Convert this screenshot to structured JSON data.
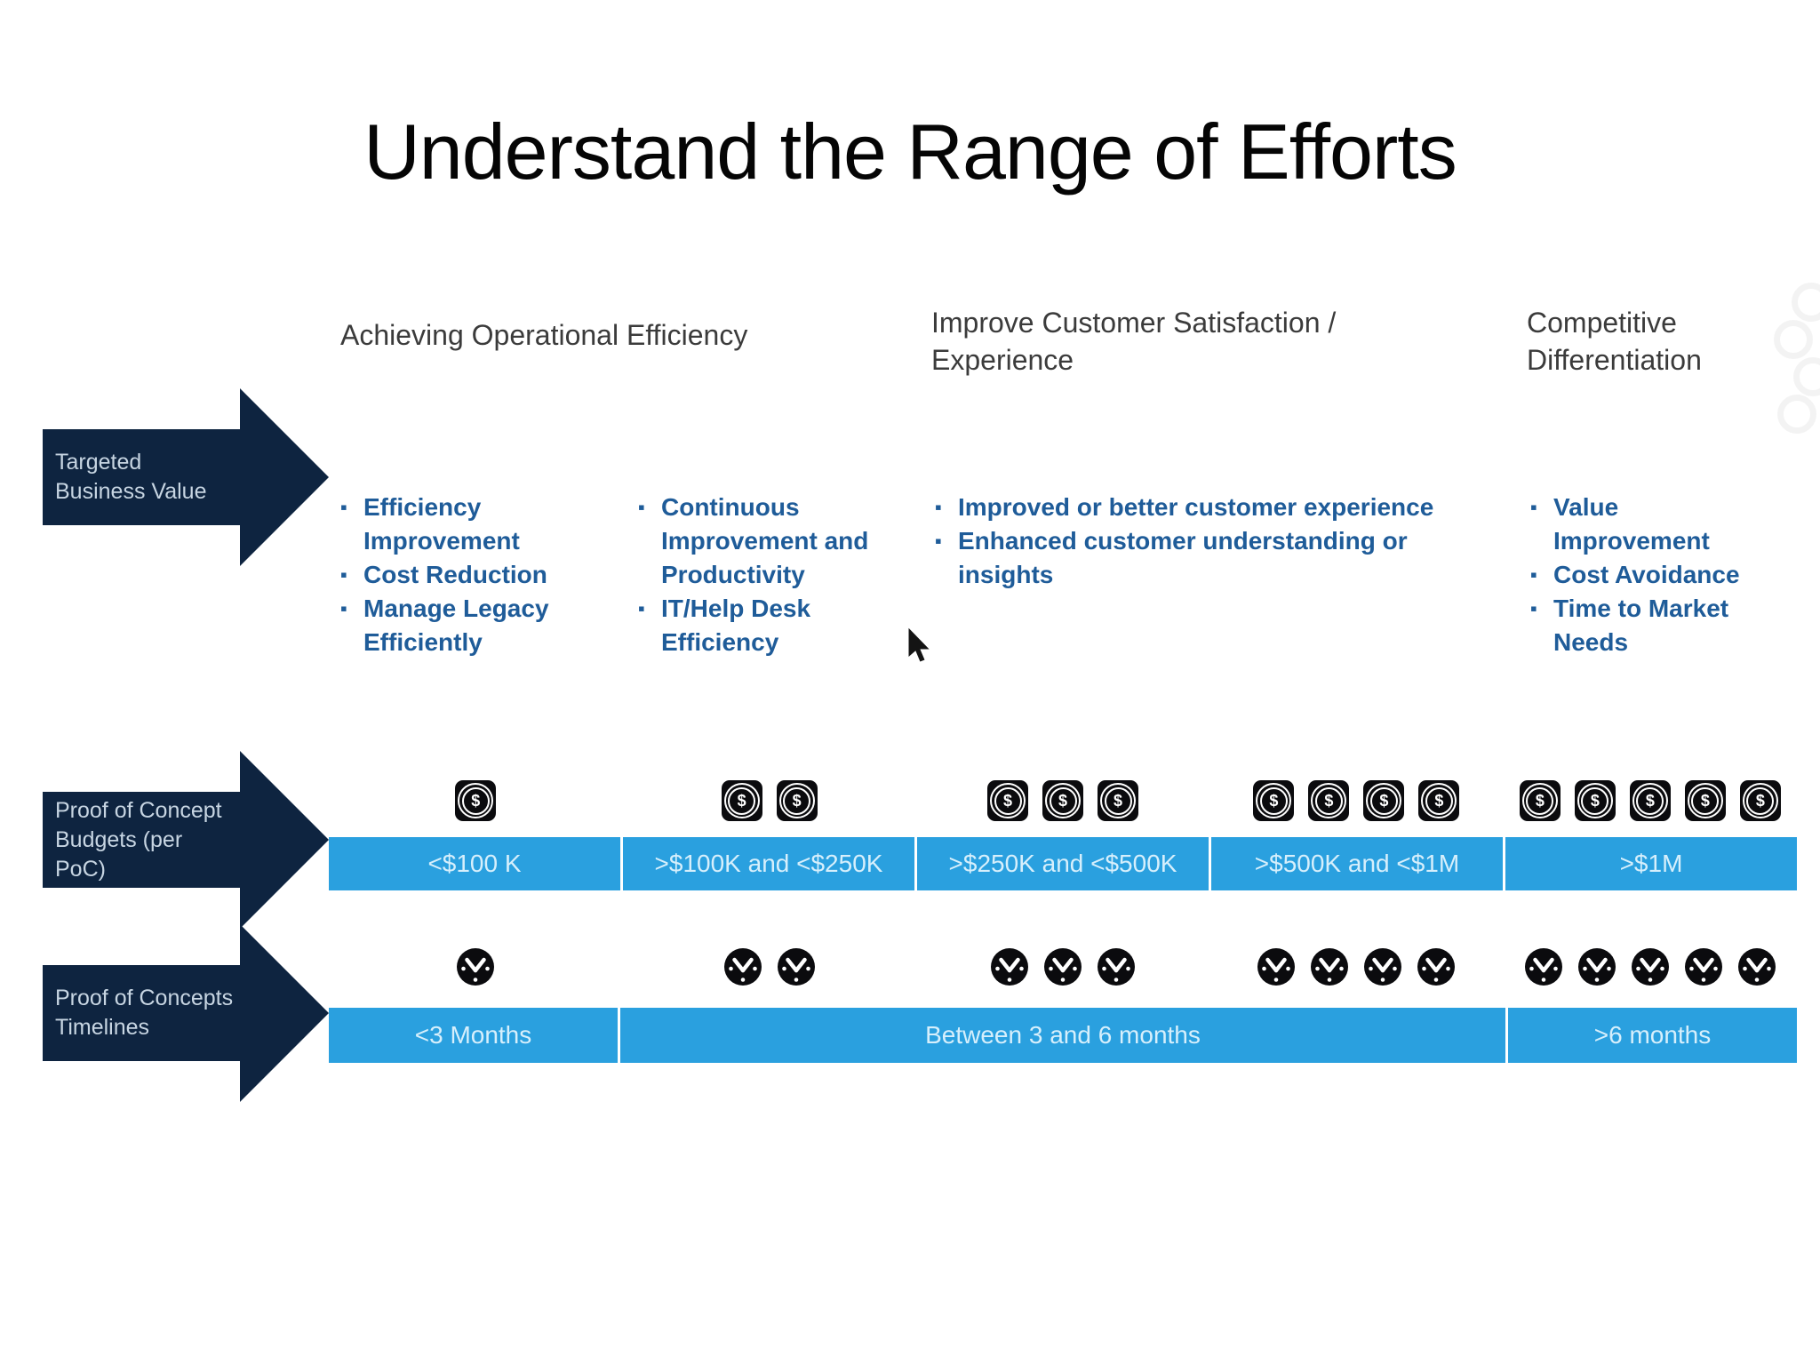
{
  "title": "Understand the Range of Efforts",
  "row_labels": {
    "business_value": "Targeted Business Value",
    "budgets": "Proof of Concept Budgets (per PoC)",
    "timelines": "Proof of Concepts Timelines"
  },
  "columns": [
    {
      "header": "Achieving Operational Efficiency",
      "lists": [
        {
          "items": [
            "Efficiency Improvement",
            "Cost Reduction",
            "Manage Legacy Efficiently"
          ]
        },
        {
          "items": [
            "Continuous Improvement and Productivity",
            "IT/Help Desk Efficiency"
          ]
        }
      ]
    },
    {
      "header": "Improve Customer Satisfaction / Experience",
      "lists": [
        {
          "items": [
            "Improved or better customer experience",
            "Enhanced customer understanding or insights"
          ]
        }
      ]
    },
    {
      "header": "Competitive Differentiation",
      "lists": [
        {
          "items": [
            "Value Improvement",
            "Cost Avoidance",
            "Time to Market Needs"
          ]
        }
      ]
    }
  ],
  "budget_row": {
    "dollar_counts": [
      1,
      2,
      3,
      4,
      5
    ],
    "segments": [
      {
        "label": "<$100 K"
      },
      {
        "label": ">$100K and <$250K"
      },
      {
        "label": ">$250K and <$500K"
      },
      {
        "label": ">$500K and <$1M"
      },
      {
        "label": ">$1M"
      }
    ]
  },
  "timeline_row": {
    "clock_counts": [
      1,
      2,
      3,
      4,
      5
    ],
    "segments": [
      {
        "label": "<3 Months"
      },
      {
        "label": "Between 3 and 6 months"
      },
      {
        "label": ">6 months"
      }
    ]
  },
  "icons": {
    "dollar_glyph": "$",
    "dollar": "dollar-coin-icon",
    "clock": "clock-icon",
    "cursor": "mouse-cursor"
  },
  "colors": {
    "arrow_navy": "#0e2440",
    "band_blue": "#2aa0df",
    "bullet_blue": "#1f5c99",
    "band_text": "#d6effc",
    "header_gray": "#3b3b3b"
  }
}
